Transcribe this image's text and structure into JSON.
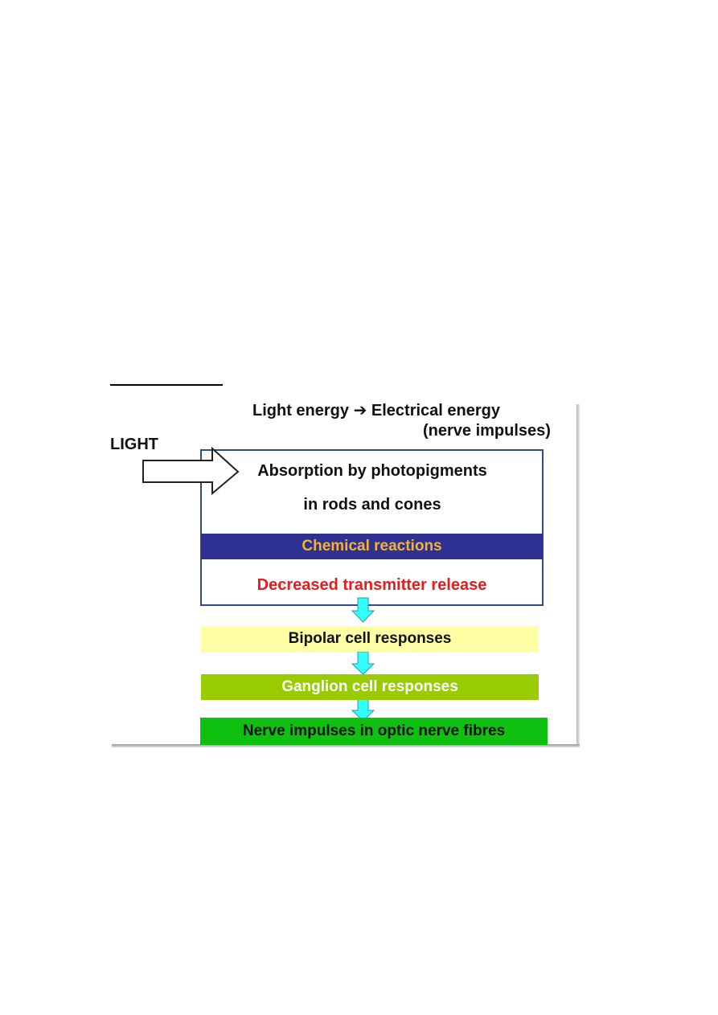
{
  "diagram": {
    "header_left": "Light energy",
    "header_arrow_glyph": "➔",
    "header_right": "Electrical energy",
    "header_sub": "(nerve impulses)",
    "input_label": "LIGHT",
    "photoreceptor": {
      "line1": "Absorption by photopigments",
      "line2": "in rods and cones",
      "chemical": "Chemical reactions",
      "transmitter": "Decreased transmitter release"
    },
    "stages": [
      "Bipolar cell responses",
      "Ganglion cell responses",
      "Nerve impulses in optic nerve fibres"
    ]
  },
  "colors": {
    "box_border": "#2d4d84",
    "band_navy": "#2e3192",
    "chemical_text": "#f2b233",
    "transmitter_text": "#e81c1c",
    "bipolar_fill": "#ffffa6",
    "ganglion_fill": "#99cc00",
    "nerve_fill": "#10c010",
    "down_arrow_fill": "#33ffff"
  }
}
